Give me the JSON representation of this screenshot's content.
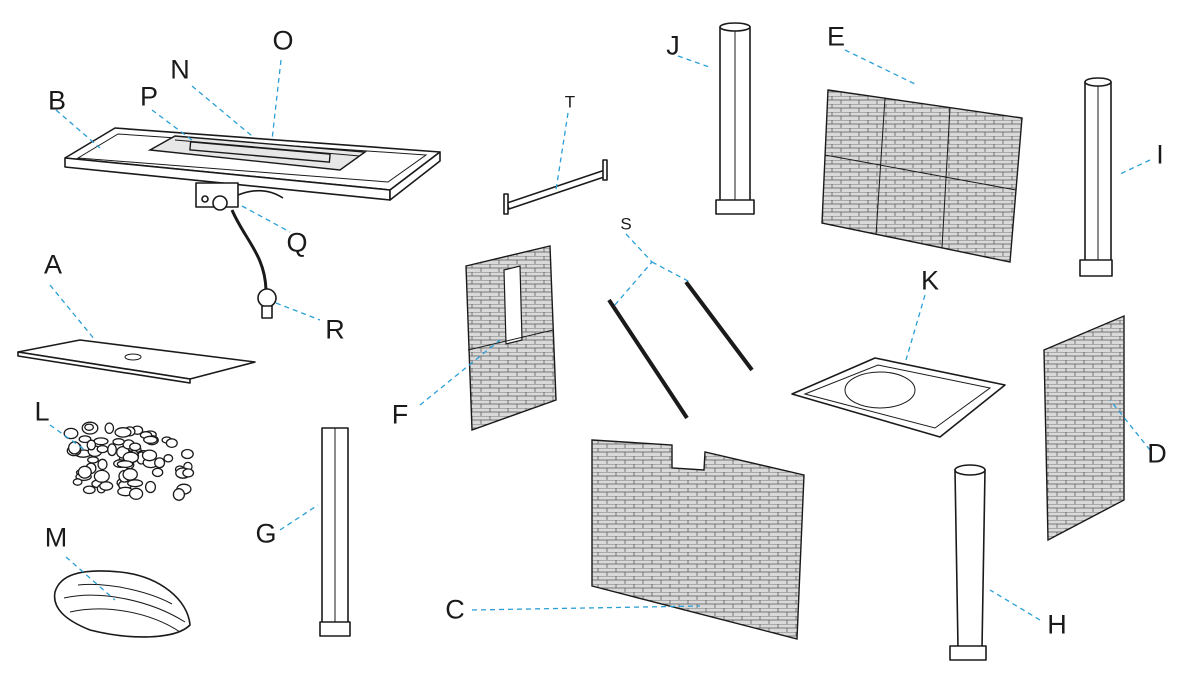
{
  "parts": [
    {
      "id": "A",
      "label": "A"
    },
    {
      "id": "B",
      "label": "B"
    },
    {
      "id": "C",
      "label": "C"
    },
    {
      "id": "D",
      "label": "D"
    },
    {
      "id": "E",
      "label": "E"
    },
    {
      "id": "F",
      "label": "F"
    },
    {
      "id": "G",
      "label": "G"
    },
    {
      "id": "H",
      "label": "H"
    },
    {
      "id": "I",
      "label": "I"
    },
    {
      "id": "J",
      "label": "J"
    },
    {
      "id": "K",
      "label": "K"
    },
    {
      "id": "L",
      "label": "L"
    },
    {
      "id": "M",
      "label": "M"
    },
    {
      "id": "N",
      "label": "N"
    },
    {
      "id": "O",
      "label": "O"
    },
    {
      "id": "P",
      "label": "P"
    },
    {
      "id": "Q",
      "label": "Q"
    },
    {
      "id": "R",
      "label": "R"
    },
    {
      "id": "S",
      "label": "S"
    },
    {
      "id": "T",
      "label": "T"
    }
  ],
  "colors": {
    "leader": "#2a9fd6",
    "ink": "#1a1a1a"
  }
}
